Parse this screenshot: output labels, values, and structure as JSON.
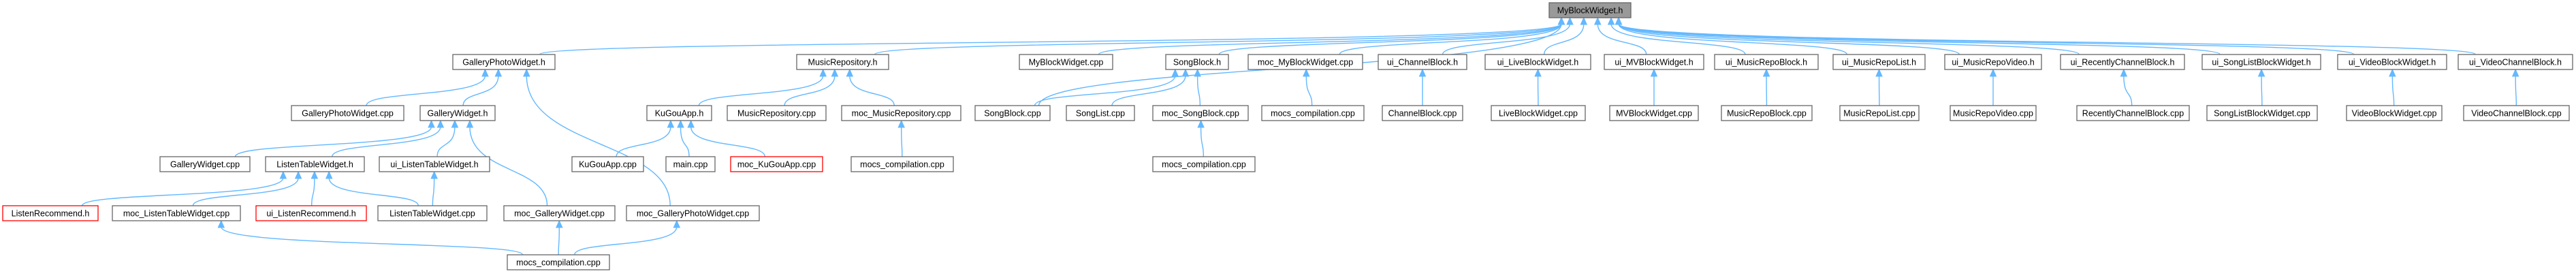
{
  "colors": {
    "root_fill": "#999999",
    "root_border": "#666666",
    "node_fill": "#ffffff",
    "node_border": "#666666",
    "missing_border": "#ff0000",
    "edge": "#63b8ff"
  },
  "nodes": [
    {
      "id": "root",
      "label": "MyBlockWidget.h",
      "kind": "root"
    },
    {
      "id": "gpw_h",
      "label": "GalleryPhotoWidget.h",
      "kind": "normal"
    },
    {
      "id": "mr_h",
      "label": "MusicRepository.h",
      "kind": "normal"
    },
    {
      "id": "mbw_cpp",
      "label": "MyBlockWidget.cpp",
      "kind": "normal"
    },
    {
      "id": "sb_h",
      "label": "SongBlock.h",
      "kind": "normal"
    },
    {
      "id": "moc_mbw_cpp",
      "label": "moc_MyBlockWidget.cpp",
      "kind": "normal"
    },
    {
      "id": "ui_cb_h",
      "label": "ui_ChannelBlock.h",
      "kind": "normal"
    },
    {
      "id": "ui_lbw_h",
      "label": "ui_LiveBlockWidget.h",
      "kind": "normal"
    },
    {
      "id": "ui_mvbw_h",
      "label": "ui_MVBlockWidget.h",
      "kind": "normal"
    },
    {
      "id": "ui_mrb_h",
      "label": "ui_MusicRepoBlock.h",
      "kind": "normal"
    },
    {
      "id": "ui_mrl_h",
      "label": "ui_MusicRepoList.h",
      "kind": "normal"
    },
    {
      "id": "ui_mrv_h",
      "label": "ui_MusicRepoVideo.h",
      "kind": "normal"
    },
    {
      "id": "ui_rcb_h",
      "label": "ui_RecentlyChannelBlock.h",
      "kind": "normal"
    },
    {
      "id": "ui_slbw_h",
      "label": "ui_SongListBlockWidget.h",
      "kind": "normal"
    },
    {
      "id": "ui_vbw_h",
      "label": "ui_VideoBlockWidget.h",
      "kind": "normal"
    },
    {
      "id": "ui_vcb_h",
      "label": "ui_VideoChannelBlock.h",
      "kind": "normal"
    },
    {
      "id": "gpw_cpp",
      "label": "GalleryPhotoWidget.cpp",
      "kind": "normal"
    },
    {
      "id": "gw_h",
      "label": "GalleryWidget.h",
      "kind": "normal"
    },
    {
      "id": "kga_h",
      "label": "KuGouApp.h",
      "kind": "normal"
    },
    {
      "id": "mr_cpp",
      "label": "MusicRepository.cpp",
      "kind": "normal"
    },
    {
      "id": "moc_mr_cpp",
      "label": "moc_MusicRepository.cpp",
      "kind": "normal"
    },
    {
      "id": "sb_cpp",
      "label": "SongBlock.cpp",
      "kind": "normal"
    },
    {
      "id": "sl_cpp",
      "label": "SongList.cpp",
      "kind": "normal"
    },
    {
      "id": "moc_sb_cpp",
      "label": "moc_SongBlock.cpp",
      "kind": "normal"
    },
    {
      "id": "mocs1",
      "label": "mocs_compilation.cpp",
      "kind": "normal"
    },
    {
      "id": "cb_cpp",
      "label": "ChannelBlock.cpp",
      "kind": "normal"
    },
    {
      "id": "lbw_cpp",
      "label": "LiveBlockWidget.cpp",
      "kind": "normal"
    },
    {
      "id": "mvbw_cpp",
      "label": "MVBlockWidget.cpp",
      "kind": "normal"
    },
    {
      "id": "mrb_cpp",
      "label": "MusicRepoBlock.cpp",
      "kind": "normal"
    },
    {
      "id": "mrl_cpp",
      "label": "MusicRepoList.cpp",
      "kind": "normal"
    },
    {
      "id": "mrv_cpp",
      "label": "MusicRepoVideo.cpp",
      "kind": "normal"
    },
    {
      "id": "rcb_cpp",
      "label": "RecentlyChannelBlock.cpp",
      "kind": "normal"
    },
    {
      "id": "slbw_cpp",
      "label": "SongListBlockWidget.cpp",
      "kind": "normal"
    },
    {
      "id": "vbw_cpp",
      "label": "VideoBlockWidget.cpp",
      "kind": "normal"
    },
    {
      "id": "vcb_cpp",
      "label": "VideoChannelBlock.cpp",
      "kind": "normal"
    },
    {
      "id": "gw_cpp",
      "label": "GalleryWidget.cpp",
      "kind": "normal"
    },
    {
      "id": "ltw_h",
      "label": "ListenTableWidget.h",
      "kind": "normal"
    },
    {
      "id": "ui_ltw_h",
      "label": "ui_ListenTableWidget.h",
      "kind": "normal"
    },
    {
      "id": "kga_cpp",
      "label": "KuGouApp.cpp",
      "kind": "normal"
    },
    {
      "id": "main_cpp",
      "label": "main.cpp",
      "kind": "normal"
    },
    {
      "id": "moc_kga_cpp",
      "label": "moc_KuGouApp.cpp",
      "kind": "missing"
    },
    {
      "id": "mocs2",
      "label": "mocs_compilation.cpp",
      "kind": "normal"
    },
    {
      "id": "mocs3",
      "label": "mocs_compilation.cpp",
      "kind": "normal"
    },
    {
      "id": "lr_h",
      "label": "ListenRecommend.h",
      "kind": "missing"
    },
    {
      "id": "moc_ltw_cpp",
      "label": "moc_ListenTableWidget.cpp",
      "kind": "normal"
    },
    {
      "id": "ui_lr_h",
      "label": "ui_ListenRecommend.h",
      "kind": "missing"
    },
    {
      "id": "ltw_cpp",
      "label": "ListenTableWidget.cpp",
      "kind": "normal"
    },
    {
      "id": "moc_gw_cpp",
      "label": "moc_GalleryWidget.cpp",
      "kind": "normal"
    },
    {
      "id": "moc_gpw_cpp",
      "label": "moc_GalleryPhotoWidget.cpp",
      "kind": "normal"
    },
    {
      "id": "mocs4",
      "label": "mocs_compilation.cpp",
      "kind": "normal"
    }
  ],
  "edges": [
    [
      "gpw_h",
      "root"
    ],
    [
      "mr_h",
      "root"
    ],
    [
      "mbw_cpp",
      "root"
    ],
    [
      "sb_h",
      "root"
    ],
    [
      "moc_mbw_cpp",
      "root"
    ],
    [
      "ui_cb_h",
      "root"
    ],
    [
      "ui_lbw_h",
      "root"
    ],
    [
      "ui_mvbw_h",
      "root"
    ],
    [
      "ui_mrb_h",
      "root"
    ],
    [
      "ui_mrl_h",
      "root"
    ],
    [
      "ui_mrv_h",
      "root"
    ],
    [
      "ui_rcb_h",
      "root"
    ],
    [
      "ui_slbw_h",
      "root"
    ],
    [
      "ui_vbw_h",
      "root"
    ],
    [
      "ui_vcb_h",
      "root"
    ],
    [
      "sb_cpp",
      "root"
    ],
    [
      "gpw_cpp",
      "gpw_h"
    ],
    [
      "gw_h",
      "gpw_h"
    ],
    [
      "moc_gpw_cpp",
      "gpw_h"
    ],
    [
      "kga_h",
      "mr_h"
    ],
    [
      "mr_cpp",
      "mr_h"
    ],
    [
      "moc_mr_cpp",
      "mr_h"
    ],
    [
      "sb_cpp",
      "sb_h"
    ],
    [
      "sl_cpp",
      "sb_h"
    ],
    [
      "moc_sb_cpp",
      "sb_h"
    ],
    [
      "mocs1",
      "moc_mbw_cpp"
    ],
    [
      "cb_cpp",
      "ui_cb_h"
    ],
    [
      "lbw_cpp",
      "ui_lbw_h"
    ],
    [
      "mvbw_cpp",
      "ui_mvbw_h"
    ],
    [
      "mrb_cpp",
      "ui_mrb_h"
    ],
    [
      "mrl_cpp",
      "ui_mrl_h"
    ],
    [
      "mrv_cpp",
      "ui_mrv_h"
    ],
    [
      "rcb_cpp",
      "ui_rcb_h"
    ],
    [
      "slbw_cpp",
      "ui_slbw_h"
    ],
    [
      "vbw_cpp",
      "ui_vbw_h"
    ],
    [
      "vcb_cpp",
      "ui_vcb_h"
    ],
    [
      "gw_cpp",
      "gw_h"
    ],
    [
      "ltw_h",
      "gw_h"
    ],
    [
      "ui_ltw_h",
      "gw_h"
    ],
    [
      "moc_gw_cpp",
      "gw_h"
    ],
    [
      "kga_cpp",
      "kga_h"
    ],
    [
      "main_cpp",
      "kga_h"
    ],
    [
      "moc_kga_cpp",
      "kga_h"
    ],
    [
      "mocs2",
      "moc_mr_cpp"
    ],
    [
      "mocs3",
      "moc_sb_cpp"
    ],
    [
      "lr_h",
      "ltw_h"
    ],
    [
      "moc_ltw_cpp",
      "ltw_h"
    ],
    [
      "ui_lr_h",
      "ltw_h"
    ],
    [
      "ltw_cpp",
      "ltw_h"
    ],
    [
      "ltw_cpp",
      "ui_ltw_h"
    ],
    [
      "mocs4",
      "moc_ltw_cpp"
    ],
    [
      "mocs4",
      "moc_gw_cpp"
    ],
    [
      "mocs4",
      "moc_gpw_cpp"
    ]
  ]
}
